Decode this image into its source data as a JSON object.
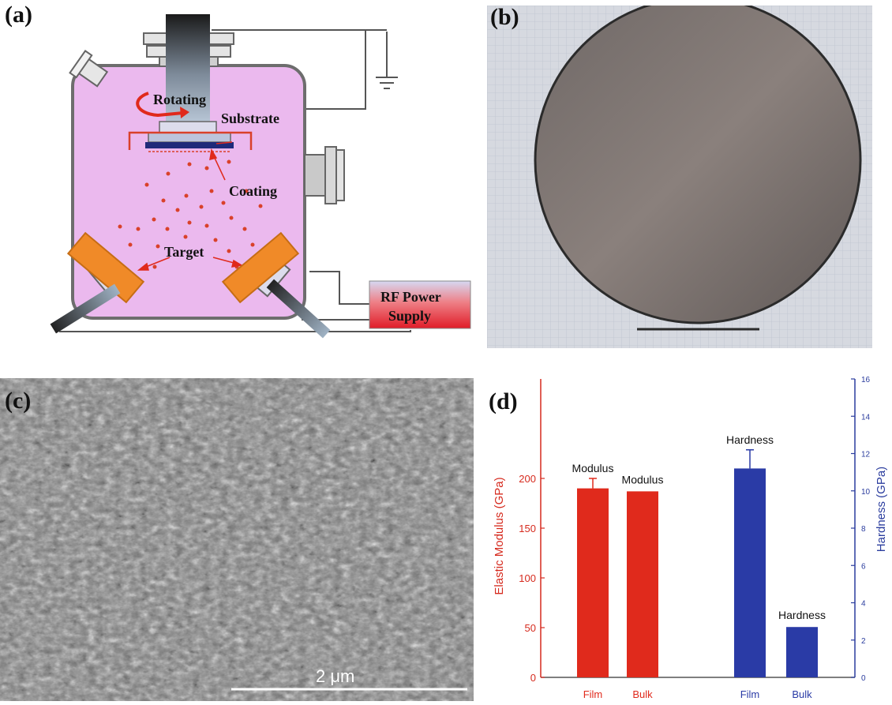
{
  "figure": {
    "panel_a": {
      "label": "(a)",
      "rotating": "Rotating",
      "substrate": "Substrate",
      "coating": "Coating",
      "target": "Target",
      "rf_line1": "RF Power",
      "rf_line2": "Supply",
      "colors": {
        "chamber": "#eab8ec",
        "target": "#f08a28",
        "rf_box_top": "#d9d9f0",
        "rf_box_bottom": "#e21e2a",
        "particle": "#d9412a"
      }
    },
    "panel_b": {
      "label": "(b)"
    },
    "panel_c": {
      "label": "(c)",
      "scalebar": "2 μm"
    },
    "panel_d": {
      "label": "(d)"
    }
  },
  "chart_data": {
    "type": "bar",
    "title": "",
    "left_axis": {
      "label": "Elastic Modulus (GPa)",
      "ylim": [
        0,
        300
      ],
      "ticks": [
        0,
        50,
        100,
        150,
        200
      ],
      "color": "#d62a1e"
    },
    "right_axis": {
      "label": "Hardness (GPa)",
      "ylim": [
        0,
        16
      ],
      "ticks": [
        0,
        2,
        4,
        6,
        8,
        10,
        12,
        14,
        16
      ],
      "color": "#2b3d9e"
    },
    "categories": [
      "Film",
      "Bulk",
      "Film",
      "Bulk"
    ],
    "series": [
      {
        "name": "Modulus",
        "axis": "left",
        "color": "#e02a1c",
        "values": [
          190,
          187
        ],
        "errors": [
          10,
          0
        ],
        "categories": [
          "Film",
          "Bulk"
        ],
        "bar_labels": [
          "Modulus",
          "Modulus"
        ]
      },
      {
        "name": "Hardness",
        "axis": "right",
        "color": "#2a3ba6",
        "values": [
          11.2,
          2.7
        ],
        "errors": [
          1.0,
          0
        ],
        "categories": [
          "Film",
          "Bulk"
        ],
        "bar_labels": [
          "Hardness",
          "Hardness"
        ]
      }
    ],
    "grid": false
  }
}
